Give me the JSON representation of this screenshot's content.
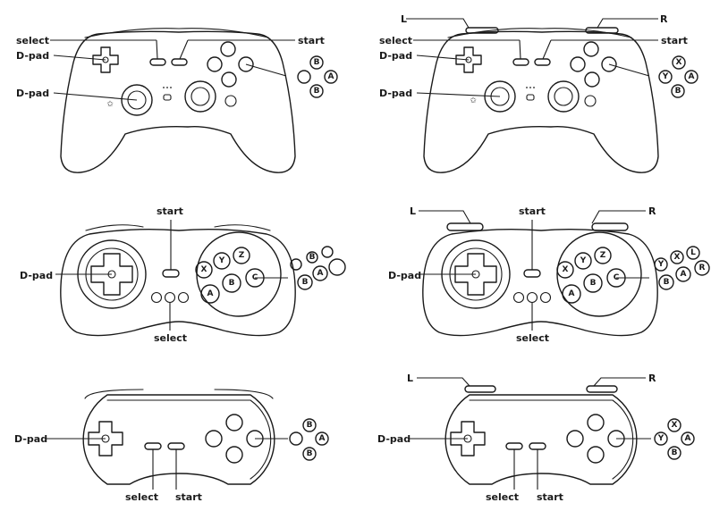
{
  "labels": {
    "select": "select",
    "start": "start",
    "dpad": "D-pad",
    "l": "L",
    "r": "R"
  },
  "buttons": {
    "a": "A",
    "b": "B",
    "c": "C",
    "x": "X",
    "y": "Y",
    "z": "Z",
    "l": "L",
    "r": "R"
  }
}
